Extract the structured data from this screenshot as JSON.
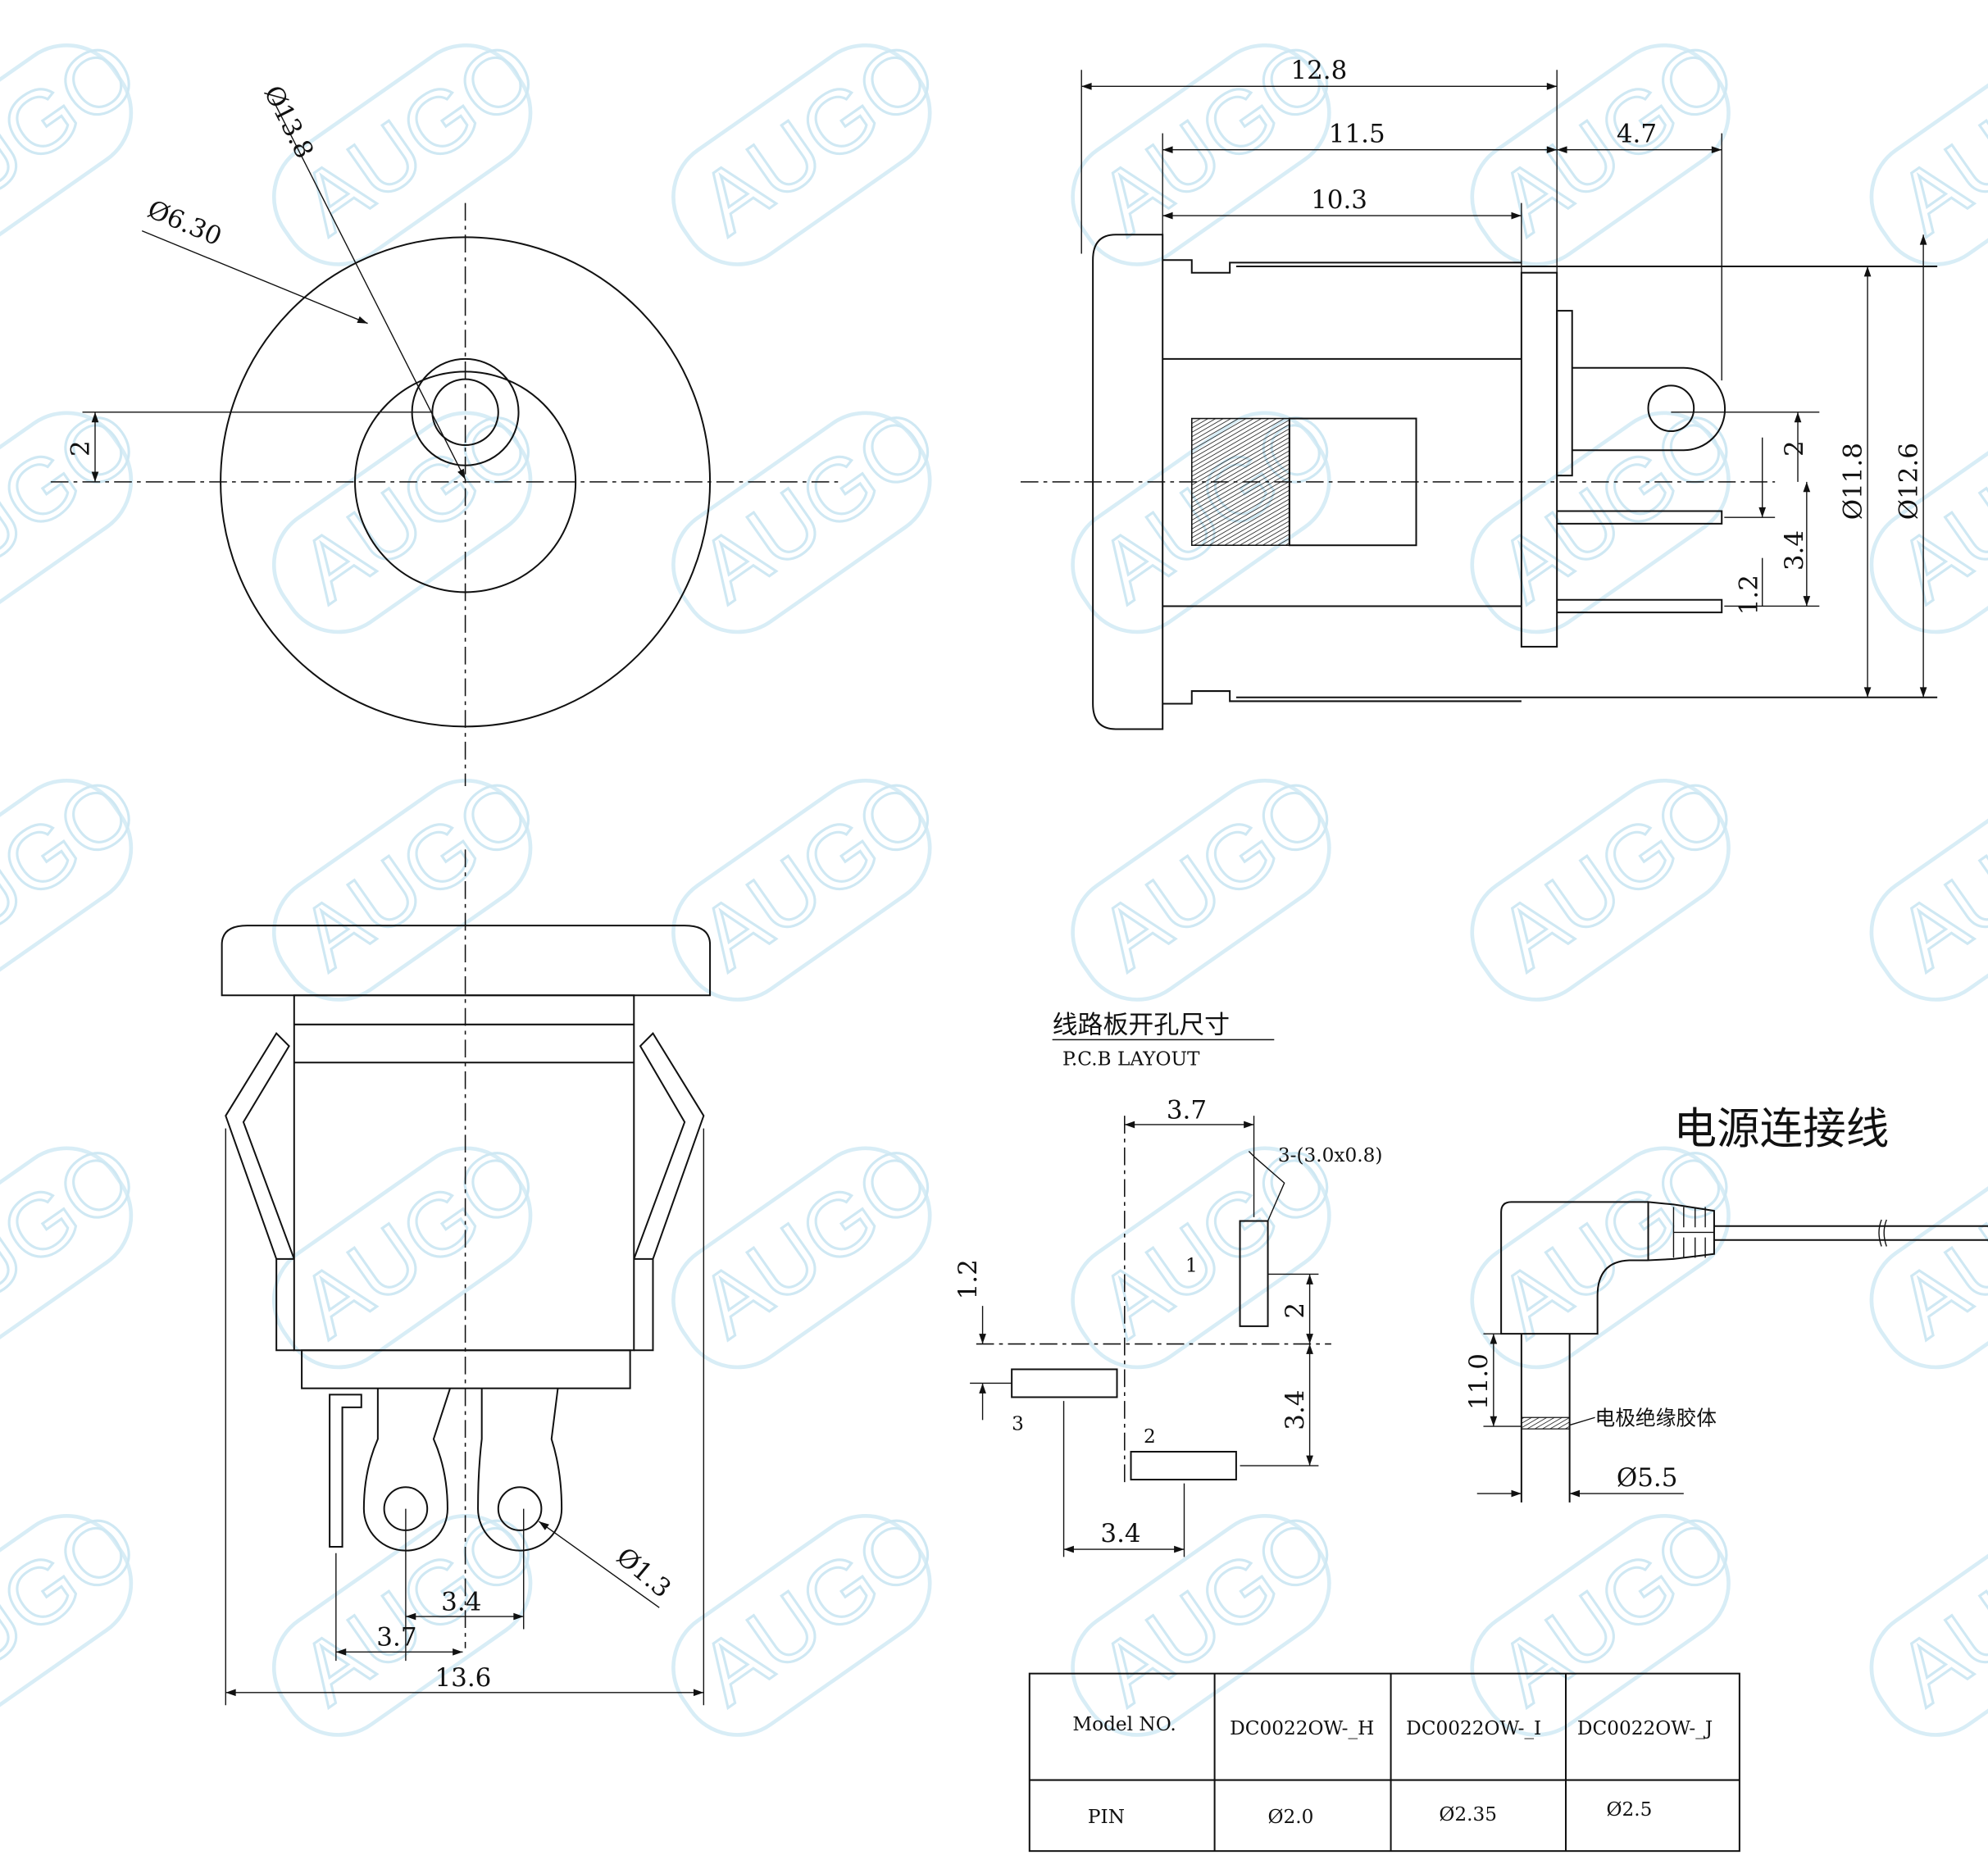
{
  "watermark": "AUGO",
  "front_view": {
    "dia_outer": "Ø13.8",
    "dia_inner": "Ø6.30",
    "offset": "2"
  },
  "side_view": {
    "d1": "12.8",
    "d2": "11.5",
    "d3": "10.3",
    "d4": "4.7",
    "d5": "2",
    "d6": "3.4",
    "d7": "1.2",
    "d8": "Ø11.8",
    "d9": "Ø12.6"
  },
  "bottom_view": {
    "pin_spacing": "3.4",
    "pin_offset": "3.7",
    "width": "13.6",
    "hole_dia": "Ø1.3"
  },
  "pcb_layout": {
    "title_cn": "线路板开孔尺寸",
    "title_en": "P.C.B LAYOUT",
    "d_top": "3.7",
    "slot": "3-(3.0x0.8)",
    "d_left": "1.2",
    "d_right1": "2",
    "d_right2": "3.4",
    "d_bottom": "3.4",
    "pin1": "1",
    "pin2": "2",
    "pin3": "3"
  },
  "cable": {
    "title": "电源连接线",
    "length": "11.0",
    "insulator": "电极绝缘胶体",
    "dia": "Ø5.5"
  },
  "table": {
    "headers": [
      "Model NO.",
      "DC0022OW-_H",
      "DC0022OW-_I",
      "DC0022OW-_J"
    ],
    "row": [
      "PIN",
      "Ø2.0",
      "Ø2.35",
      "Ø2.5"
    ]
  }
}
